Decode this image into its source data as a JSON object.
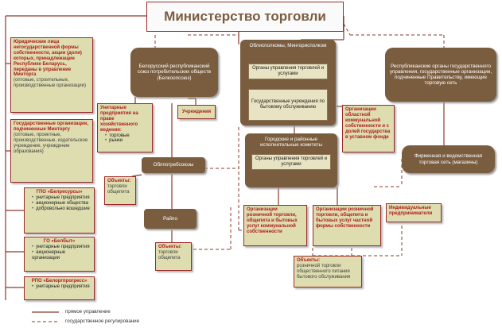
{
  "title": "Министерство торговли",
  "brown": {
    "belcoop": "Белорусский республиканский союз потребительских обществ (Белкоопсоюз)",
    "oblispolkomy": "Облисполкомы, Мингорисполком",
    "republican": "Республиканские органы государственного управления, государственные организации, подчиненные Правительству, имеющие торговую сеть",
    "gorraion": "Городские и районные исполнительные комитеты",
    "oblpotreb": "Облпотребсоюзы",
    "raipo": "Райпо",
    "firm": "Фирменная и ведомственная торговая сеть (магазины)"
  },
  "cream": {
    "organy_obl": "Органы управления торговлей и услугами",
    "uchrezhd_obl": "Государственные учреждения по бытовому обслуживанию",
    "organy_gor": "Органы управления торговлей и услугами"
  },
  "left": {
    "jur": {
      "title": "Юридические лица негосударственной формы собственности, акции (доли) которых, принадлежащие Республике Беларусь, переданы в управление Минторга",
      "sub": "(оптовые, строительные, производственные организации)"
    },
    "gos": {
      "title": "Государственные организации, подчиненные Минторгу",
      "sub": "(оптовые, проектные, производственные, издательское учреждение, учреждение образования)"
    },
    "gpo": {
      "title": "ГПО «Белресурсы»",
      "items": [
        "унитарные предприятия",
        "акционерные общества",
        "добровольно вошедшие"
      ]
    },
    "go": {
      "title": "ГО «Белбыт»",
      "items": [
        "унитарные предприятия",
        "акционерные организации"
      ]
    },
    "rpo": {
      "title": "РПО «Белоргпрогресс»",
      "items": [
        "унитарные предприятия"
      ]
    }
  },
  "olive": {
    "unitarnye": {
      "title": "Унитарные предприятия на праве хозяйственного ведения:",
      "items": [
        "торговые",
        "рынки"
      ]
    },
    "uchrezhdeniya": "Учреждения",
    "obl_org": "Организации областной коммунальной собственности и с долей государства в уставном фонде",
    "obekty1": {
      "title": "Объекты:",
      "sub": "торговли общепита"
    },
    "obekty2": {
      "title": "Объекты:",
      "sub": "торговли общепита"
    },
    "org_komm": "Организации розничной торговли, общепита и бытовых услуг коммунальной собственности",
    "org_chast": "Организации розничной торговли, общепита и бытовых услуг частной формы собственности",
    "ip": "Индивидуальные предприниматели",
    "obekty3": {
      "title": "Объекты:",
      "sub": "розничной торговли общественного питания бытового обслуживания"
    }
  },
  "legend": {
    "direct": "прямое управление",
    "state": "государственное регулирование"
  },
  "colors": {
    "line": "#8a3a2a",
    "brown": "#7a5d3f",
    "olive": "#ddddb0",
    "cream": "#e8e3c3"
  }
}
